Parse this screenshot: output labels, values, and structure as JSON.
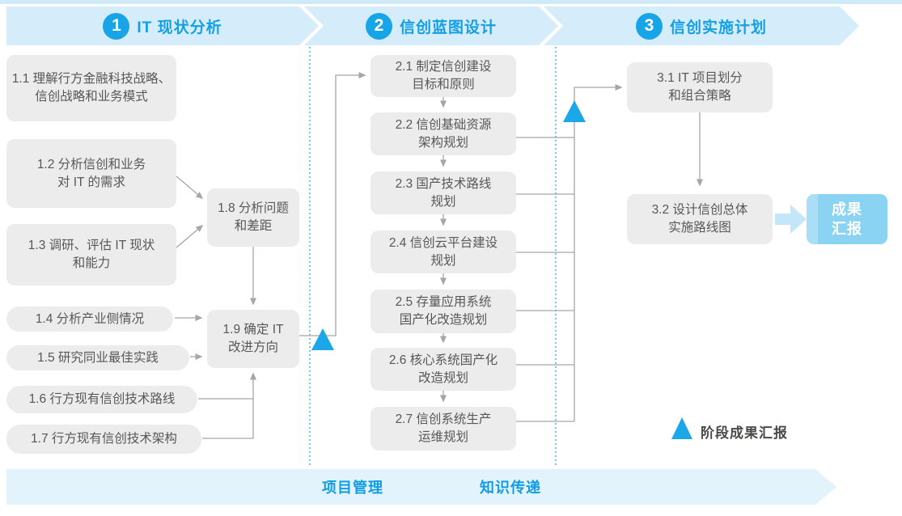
{
  "phases": [
    {
      "number": "1",
      "title": "IT 现状分析"
    },
    {
      "number": "2",
      "title": "信创蓝图设计"
    },
    {
      "number": "3",
      "title": "信创实施计划"
    }
  ],
  "boxes": {
    "b11": "1.1 理解行方金融科技战略、\n信创战略和业务模式",
    "b12": "1.2 分析信创和业务\n对 IT 的需求",
    "b13": "1.3 调研、评估 IT 现状\n和能力",
    "b14": "1.4 分析产业侧情况",
    "b15": "1.5 研究同业最佳实践",
    "b16": "1.6 行方现有信创技术路线",
    "b17": "1.7 行方现有信创技术架构",
    "b18": "1.8 分析问题\n和差距",
    "b19": "1.9 确定 IT\n改进方向",
    "b21": "2.1 制定信创建设\n目标和原则",
    "b22": "2.2 信创基础资源\n架构规划",
    "b23": "2.3 国产技术路线\n规划",
    "b24": "2.4 信创云平台建设\n规划",
    "b25": "2.5 存量应用系统\n国产化改造规划",
    "b26": "2.6 核心系统国产化\n改造规划",
    "b27": "2.7 信创系统生产\n运维规划",
    "b31": "3.1 IT 项目划分\n和组合策略",
    "b32": "3.2 设计信创总体\n实施路线图"
  },
  "result_box": {
    "label": "成果\n汇报"
  },
  "legend": {
    "label": "阶段成果汇报"
  },
  "footer": {
    "left": "项目管理",
    "right": "知识传递"
  },
  "colors": {
    "accent_blue": "#17a5e7",
    "banner_bg": "#d5edfa",
    "footer_bg": "#e2f3fb",
    "milestone_triangle": "#1ba7e8",
    "task_box_bg": "#ececec",
    "task_text": "#595757",
    "connector_gray": "#a5a6a6",
    "result_box_bg": "#8bd3f2",
    "fat_arrow": "#c3e7f8",
    "phase_divider_dotted": "#55b9ea"
  }
}
